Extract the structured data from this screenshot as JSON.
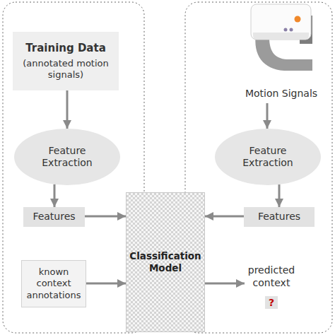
{
  "diagram": {
    "nodes": [
      {
        "text": [
          "Training Data",
          "(annotated motion signals)"
        ]
      },
      {
        "text": [
          "Feature Extraction"
        ]
      },
      {
        "text": [
          "Features"
        ]
      },
      {
        "text": [
          "known context annotations"
        ]
      },
      {
        "text": [
          "Classification Model"
        ]
      },
      {
        "text": [
          "Motion Signals"
        ]
      },
      {
        "text": [
          "Feature Extraction"
        ]
      },
      {
        "text": [
          "Features"
        ]
      },
      {
        "text": [
          "predicted context",
          "?"
        ]
      }
    ],
    "edges": [
      {
        "from": 0,
        "to": 1,
        "arrow": "to"
      },
      {
        "from": 1,
        "to": 2,
        "arrow": "to"
      },
      {
        "from": 2,
        "to": 4,
        "arrow": "to"
      },
      {
        "from": 3,
        "to": 4,
        "arrow": "to"
      },
      {
        "from": 7,
        "to": 4,
        "arrow": "to"
      },
      {
        "from": 5,
        "to": 6,
        "arrow": "to"
      },
      {
        "from": 6,
        "to": 7,
        "arrow": "to"
      },
      {
        "from": 4,
        "to": 8,
        "arrow": "to"
      }
    ]
  }
}
